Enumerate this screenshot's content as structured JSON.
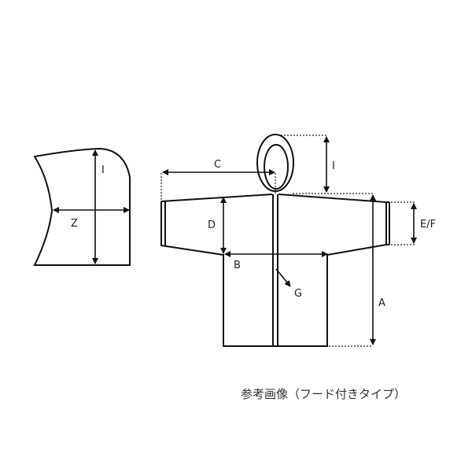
{
  "diagram": {
    "type": "garment-measurement-diagram",
    "subject": "hooded raincoat / jacket",
    "hood_piece": {
      "labels": {
        "height": "I",
        "width": "Z"
      }
    },
    "jacket": {
      "labels": {
        "body_length": "A",
        "chest_width": "B",
        "sleeve_length": "C",
        "sleeve_width": "D",
        "cuff": "E/F",
        "zipper": "G",
        "hood_height": "I"
      }
    },
    "caption": "参考画像（フード付きタイプ）"
  }
}
